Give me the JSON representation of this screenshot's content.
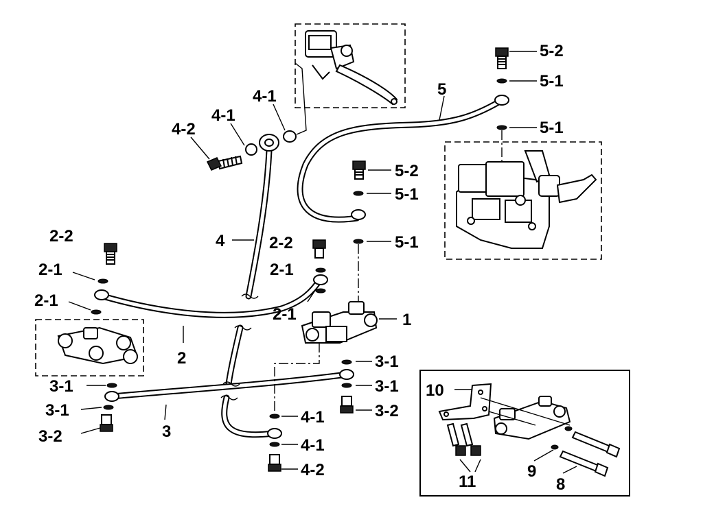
{
  "labels": {
    "l_5_2_top": "5-2",
    "l_5_1_a": "5-1",
    "l_5_1_b": "5-1",
    "l_5": "5",
    "l_4_1_a": "4-1",
    "l_4_1_b": "4-1",
    "l_4_2_top": "4-2",
    "l_5_2_mid": "5-2",
    "l_5_1_c": "5-1",
    "l_5_1_d": "5-1",
    "l_4": "4",
    "l_2_2_mid": "2-2",
    "l_2_2_left": "2-2",
    "l_2_1_a": "2-1",
    "l_2_1_b": "2-1",
    "l_2_1_c": "2-1",
    "l_2_1_d": "2-1",
    "l_1": "1",
    "l_2": "2",
    "l_3_1_a": "3-1",
    "l_3_1_b": "3-1",
    "l_3_1_c": "3-1",
    "l_3_1_d": "3-1",
    "l_3_2_right": "3-2",
    "l_3_2_left": "3-2",
    "l_3": "3",
    "l_4_1_c": "4-1",
    "l_4_1_d": "4-1",
    "l_4_2_bottom": "4-2",
    "l_10": "10",
    "l_9": "9",
    "l_8": "8",
    "l_11": "11"
  }
}
